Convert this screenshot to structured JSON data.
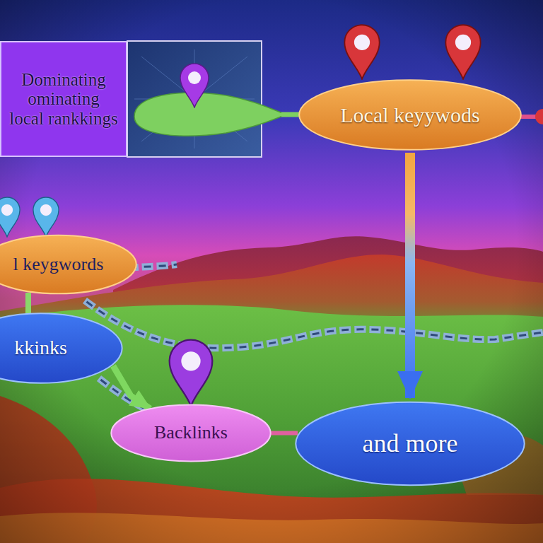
{
  "diagram": {
    "nodes": [
      {
        "text": [
          "Dominating ominating local rankkings"
        ]
      },
      {
        "text": [
          "Local keyywods"
        ]
      },
      {
        "text": [
          "l keygwords"
        ]
      },
      {
        "text": [
          "kkinks"
        ]
      },
      {
        "text": [
          "Backlinks"
        ]
      },
      {
        "text": [
          "and more"
        ]
      }
    ],
    "edges": [
      {
        "from": 1,
        "to": 5,
        "arrow": "to"
      },
      {
        "from": 2,
        "to": 3,
        "arrow": "none"
      },
      {
        "from": 3,
        "to": 4,
        "arrow": "to"
      },
      {
        "from": 4,
        "to": 5,
        "arrow": "none"
      }
    ]
  }
}
